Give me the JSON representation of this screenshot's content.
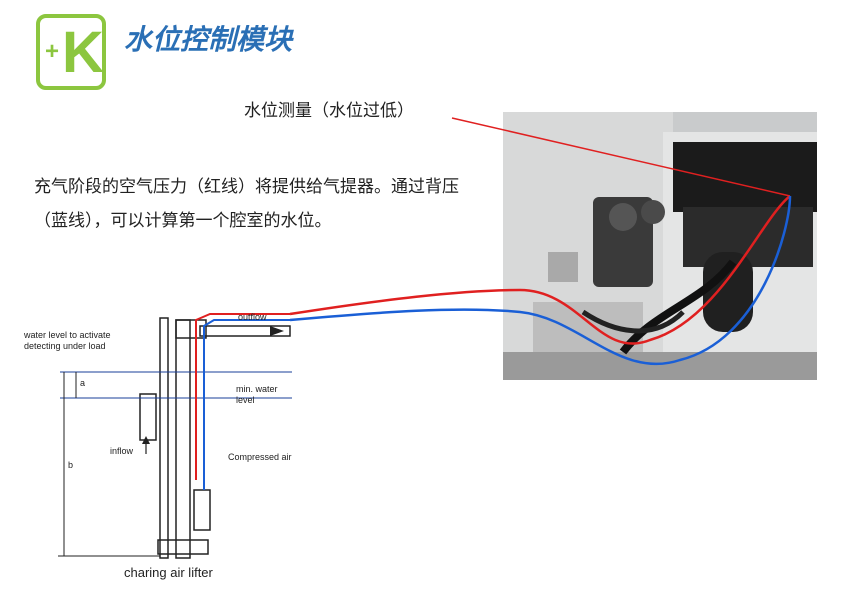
{
  "logo": {
    "plus": "+",
    "letter": "K",
    "color": "#8cc63f"
  },
  "header": {
    "title": "水位控制模块",
    "title_color": "#2a6fb5"
  },
  "annotation": "水位测量（水位过低）",
  "paragraph": "充气阶段的空气压力（红线）将提供给气提器。通过背压（蓝线），可以计算第一个腔室的水位。",
  "diagram": {
    "labels": {
      "activate": "water level to activate detecting under load",
      "a": "a",
      "b": "b",
      "min": "min. water level",
      "outflow": "outflow",
      "inflow": "inflow",
      "compressed": "Compressed air"
    },
    "caption": "charing air lifter"
  },
  "colors": {
    "red_line": "#e02020",
    "blue_line": "#1a5fd6"
  }
}
